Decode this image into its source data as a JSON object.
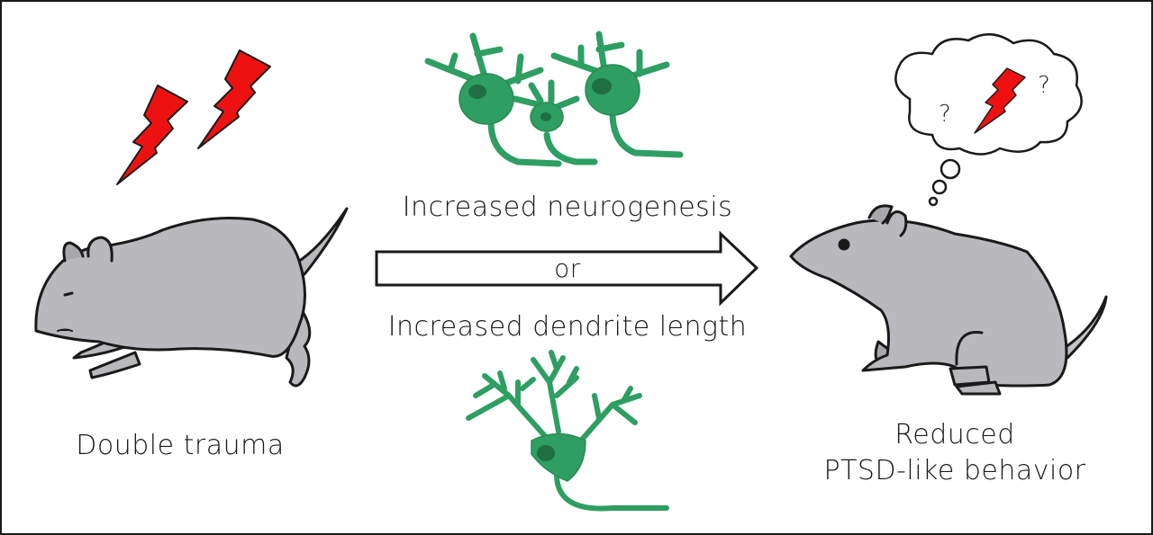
{
  "colors": {
    "mouse_fill": "#b9b9bd",
    "outline": "#1a1a1a",
    "neuron_fill": "#2e9e62",
    "nucleus": "#1f6f43",
    "bolt": "#ee1111"
  },
  "left_panel": {
    "label": "Double trauma",
    "icons": [
      "lightning-bolt-icon",
      "lightning-bolt-icon",
      "running-mouse-icon"
    ]
  },
  "middle_panel": {
    "top_label": "Increased neurogenesis",
    "connector": "or",
    "bottom_label": "Increased dendrite length",
    "icons": [
      "neurons-cluster-icon",
      "arrow-right-icon",
      "branched-neuron-icon"
    ]
  },
  "right_panel": {
    "label_line1": "Reduced",
    "label_line2": "PTSD-like behavior",
    "thought_marks": [
      "?",
      "?"
    ],
    "icons": [
      "thought-bubble-icon",
      "lightning-bolt-icon",
      "sitting-mouse-icon"
    ]
  }
}
